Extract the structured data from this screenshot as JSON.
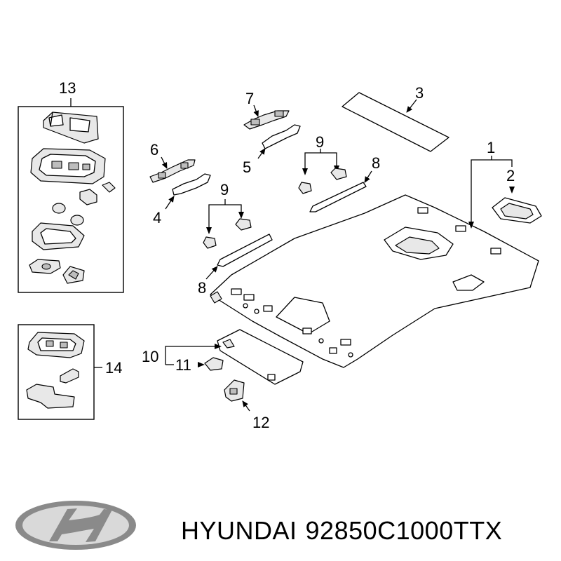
{
  "callouts": {
    "c1": "1",
    "c2": "2",
    "c3": "3",
    "c4": "4",
    "c5": "5",
    "c6": "6",
    "c7": "7",
    "c8a": "8",
    "c8b": "8",
    "c9a": "9",
    "c9b": "9",
    "c10": "10",
    "c11": "11",
    "c12": "12",
    "c13": "13",
    "c14": "14"
  },
  "footer": {
    "brand": "HYUNDAI",
    "part_number": "92850C1000TTX",
    "logo_icon": "hyundai-logo-icon"
  },
  "colors": {
    "line": "#000000",
    "background": "#ffffff",
    "shade": "#e8e8e8",
    "logo": "#8a8a8a"
  }
}
